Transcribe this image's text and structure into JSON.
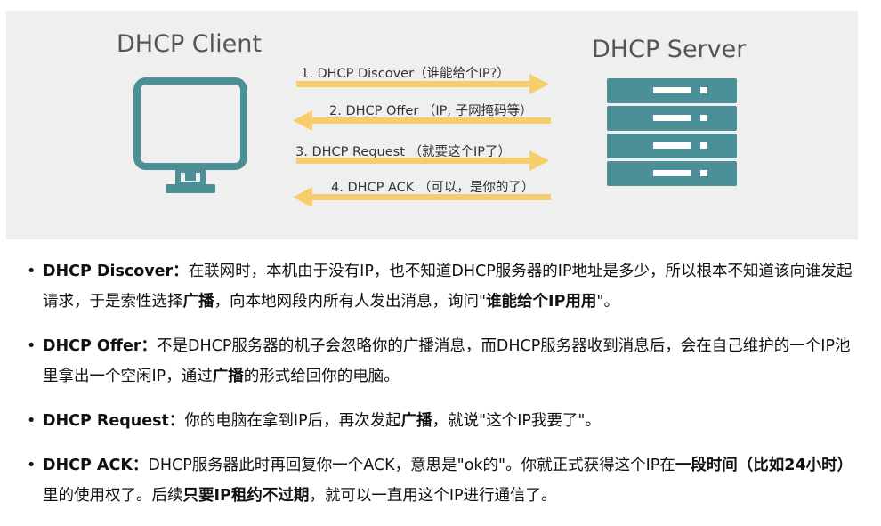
{
  "diagram": {
    "client_title": "DHCP Client",
    "server_title": "DHCP Server",
    "colors": {
      "background": "#efefef",
      "arrow": "#f7cd6b",
      "device": "#4a9096",
      "device_dark": "#3f7d83"
    },
    "steps": [
      {
        "label": "1. DHCP Discover（谁能给个IP?）",
        "direction": "to-server"
      },
      {
        "label": "2. DHCP Offer （IP, 子网掩码等）",
        "direction": "to-client"
      },
      {
        "label": "3. DHCP Request （就要这个IP了）",
        "direction": "to-server"
      },
      {
        "label": "4. DHCP ACK （可以，是你的了）",
        "direction": "to-client"
      }
    ]
  },
  "items": [
    {
      "parts": [
        {
          "t": "DHCP Discover：",
          "b": true
        },
        {
          "t": "在联网时，本机由于没有IP，也不知道DHCP服务器的IP地址是多少，所以根本不知道该向谁发起请求，于是索性选择"
        },
        {
          "t": "广播",
          "b": true
        },
        {
          "t": "，向本地网段内所有人发出消息，询问\""
        },
        {
          "t": "谁能给个IP用用",
          "b": true
        },
        {
          "t": "\"。"
        }
      ]
    },
    {
      "parts": [
        {
          "t": "DHCP Offer：",
          "b": true
        },
        {
          "t": "不是DHCP服务器的机子会忽略你的广播消息，而DHCP服务器收到消息后，会在自己维护的一个IP池里拿出一个空闲IP，通过"
        },
        {
          "t": "广播",
          "b": true
        },
        {
          "t": "的形式给回你的电脑。"
        }
      ]
    },
    {
      "parts": [
        {
          "t": "DHCP Request：",
          "b": true
        },
        {
          "t": "你的电脑在拿到IP后，再次发起"
        },
        {
          "t": "广播",
          "b": true
        },
        {
          "t": "，就说\"这个IP我要了\"。"
        }
      ]
    },
    {
      "parts": [
        {
          "t": "DHCP ACK：",
          "b": true
        },
        {
          "t": "DHCP服务器此时再回复你一个ACK，意思是\"ok的\"。你就正式获得这个IP在"
        },
        {
          "t": "一段时间（比如24小时）",
          "b": true
        },
        {
          "t": "里的使用权了。后续"
        },
        {
          "t": "只要IP租约不过期",
          "b": true
        },
        {
          "t": "，就可以一直用这个IP进行通信了。"
        }
      ]
    }
  ]
}
